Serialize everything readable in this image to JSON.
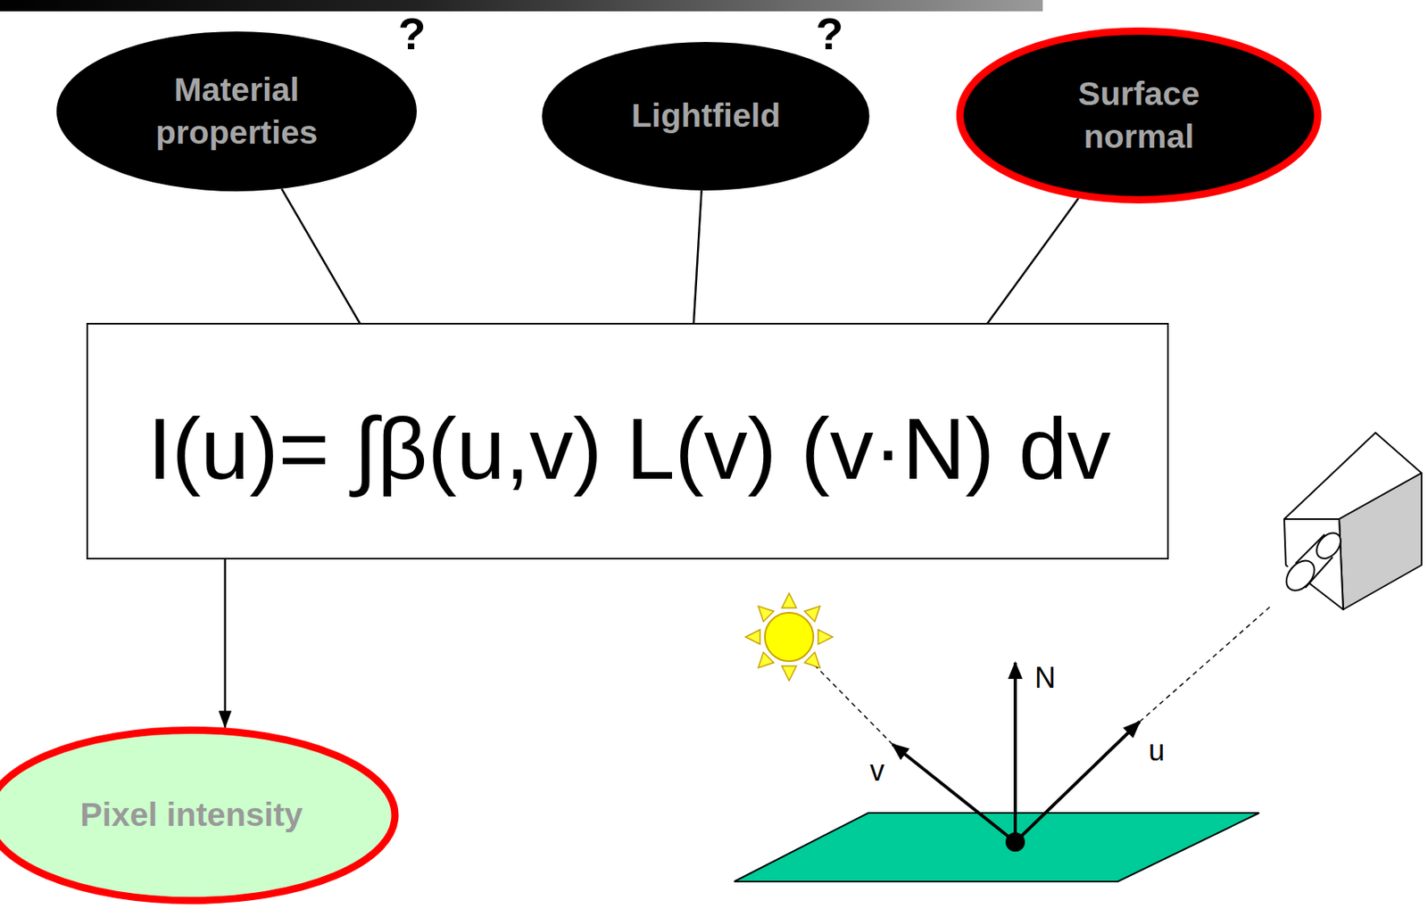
{
  "diagram": {
    "nodes": [
      {
        "text": [
          "Material properties"
        ]
      },
      {
        "text": [
          "Lightfield"
        ]
      },
      {
        "text": [
          "Surface normal"
        ]
      },
      {
        "text": [
          "I(u)= ∫β(u,v) L(v) (v·N) dv"
        ]
      },
      {
        "text": [
          "Pixel intensity"
        ]
      }
    ],
    "edges": [
      {
        "from": 0,
        "to": 3,
        "arrow": "to"
      },
      {
        "from": 1,
        "to": 3,
        "arrow": "to"
      },
      {
        "from": 2,
        "to": 3,
        "arrow": "to"
      },
      {
        "from": 3,
        "to": 4,
        "arrow": "to"
      }
    ],
    "labels": [
      "?",
      "?",
      "N",
      "v",
      "u"
    ]
  }
}
